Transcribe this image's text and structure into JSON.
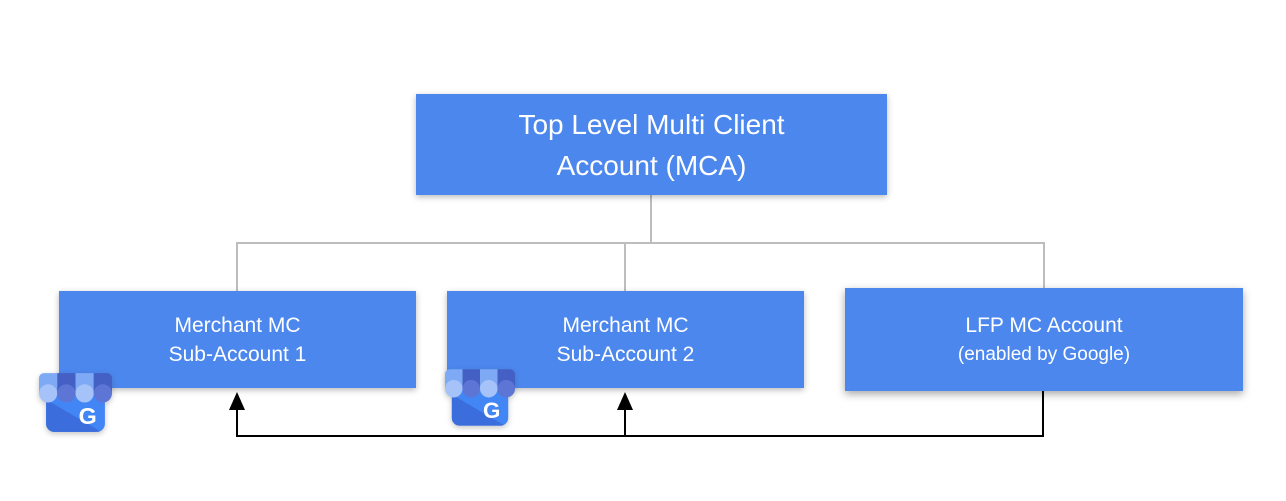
{
  "nodes": {
    "mca": {
      "line1": "Top Level Multi Client",
      "line2": "Account (MCA)"
    },
    "sub1": {
      "line1": "Merchant MC",
      "line2": "Sub-Account 1"
    },
    "sub2": {
      "line1": "Merchant MC",
      "line2": "Sub-Account 2"
    },
    "lfp": {
      "line1": "LFP MC Account",
      "line2": "(enabled by Google)"
    }
  },
  "icons": {
    "gmb": {
      "name": "google-my-business-icon",
      "letter": "G"
    }
  },
  "colors": {
    "node_fill": "#4c87ee",
    "node_text": "#ffffff",
    "connector_gray": "#bdbdbd",
    "flow_black": "#000000",
    "icon_body": "#4285f4",
    "icon_body_shade": "#3b6edc",
    "icon_awning_light_band": "#7da9f5",
    "icon_awning_light_scallop": "#a6c3f9",
    "icon_awning_dark_band": "#4560c4",
    "icon_awning_dark_scallop": "#5d75d5"
  }
}
